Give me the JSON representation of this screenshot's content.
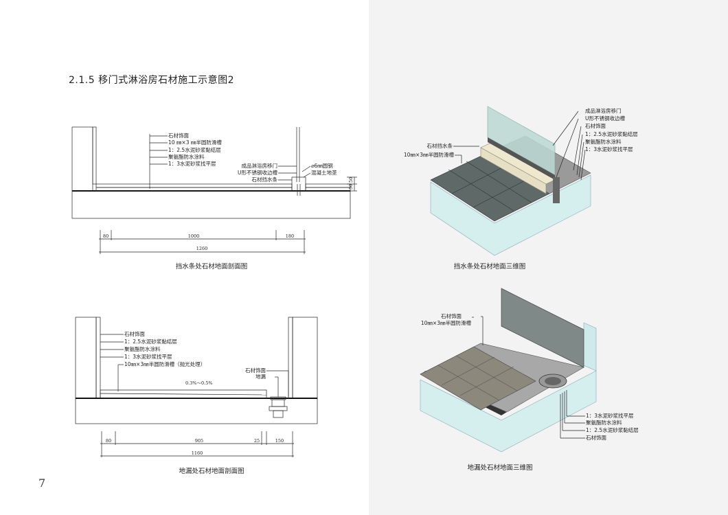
{
  "page": {
    "title": "2.1.5  移门式淋浴房石材施工示意图2",
    "page_number": "7"
  },
  "section1": {
    "caption": "挡水条处石材地面剖面图",
    "layers": [
      "石材饰面",
      "10 ㎜×3 ㎜半圆防滑槽",
      "1：2.5水泥砂浆黏结层",
      "聚氨酯防水涂料",
      "1：3水泥砂浆找平层"
    ],
    "right_labels": [
      "成品淋浴房移门",
      "U形不锈钢收边槽",
      "石材挡水条"
    ],
    "right_labels2": [
      "⌀6㎜圆钢",
      "混凝土地垄"
    ],
    "dims_vertical": [
      "50",
      "50"
    ],
    "dims": [
      "80",
      "1000",
      "180"
    ],
    "dim_total": "1260"
  },
  "section2": {
    "caption": "地漏处石材地面剖面图",
    "layers": [
      "石材饰面",
      "1：2.5水泥砂浆黏结层",
      "聚氨酯防水涂料",
      "1：3水泥砂浆找平层",
      "10㎜×3㎜半圆防滑槽（抛光处理）"
    ],
    "right_labels": [
      "石材饰面",
      "地漏"
    ],
    "slope": "0.3%～0.5%",
    "dims": [
      "80",
      "905",
      "25",
      "150"
    ],
    "dim_total": "1160"
  },
  "view3d1": {
    "caption": "挡水条处石材地面三维图",
    "right_labels": [
      "成品淋浴房移门",
      "U形不锈钢收边槽",
      "石材饰面",
      "1：2.5水泥砂浆黏结层",
      "聚氨酯防水涂料",
      "1：3水泥砂浆找平层"
    ],
    "left_labels": [
      "石材挡水条",
      "10㎜×3㎜半圆防滑槽"
    ]
  },
  "view3d2": {
    "caption": "地漏处石材地面三维图",
    "top_labels": [
      "石材饰面",
      "10㎜×3㎜半圆防滑槽"
    ],
    "bottom_labels": [
      "1：3水泥砂浆找平层",
      "聚氨酯防水涂料",
      "1：2.5水泥砂浆黏结层",
      "石材饰面"
    ]
  },
  "colors": {
    "glass": "#bfe3e3",
    "stone": "#8c8c8c",
    "tile": "#6e7774",
    "curb": "#efe8cf"
  }
}
